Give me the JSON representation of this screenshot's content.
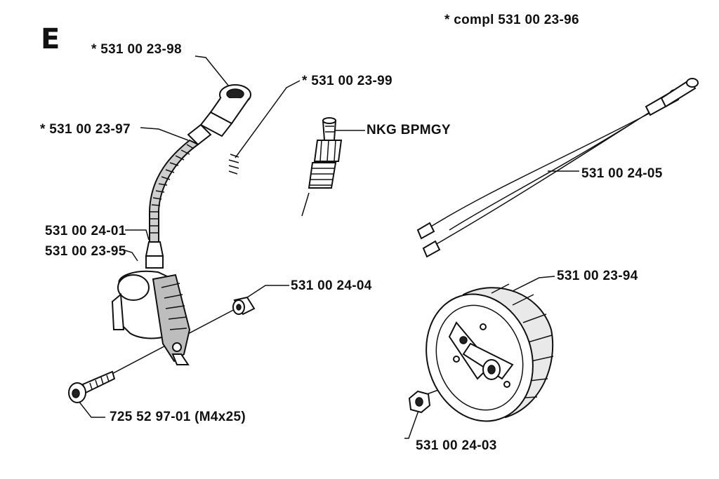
{
  "section": {
    "letter": "E"
  },
  "labels": {
    "compl": "* compl 531 00 23-96",
    "cap": "* 531 00 23-98",
    "spring": "* 531 00 23-99",
    "plug": "NKG BPMGY",
    "lead": "* 531 00 23-97",
    "cable": "531 00 24-05",
    "sleeve": "531 00 24-01",
    "coil": "531 00 23-95",
    "spacer": "531 00 24-04",
    "flywheel": "531 00 23-94",
    "screw": "725 52 97-01 (M4x25)",
    "nut": "531 00 24-03"
  },
  "icons": {
    "coil": "ignition-coil-icon",
    "spark_plug": "spark-plug-icon",
    "flywheel": "flywheel-icon",
    "cable": "short-circuit-cable-icon"
  }
}
